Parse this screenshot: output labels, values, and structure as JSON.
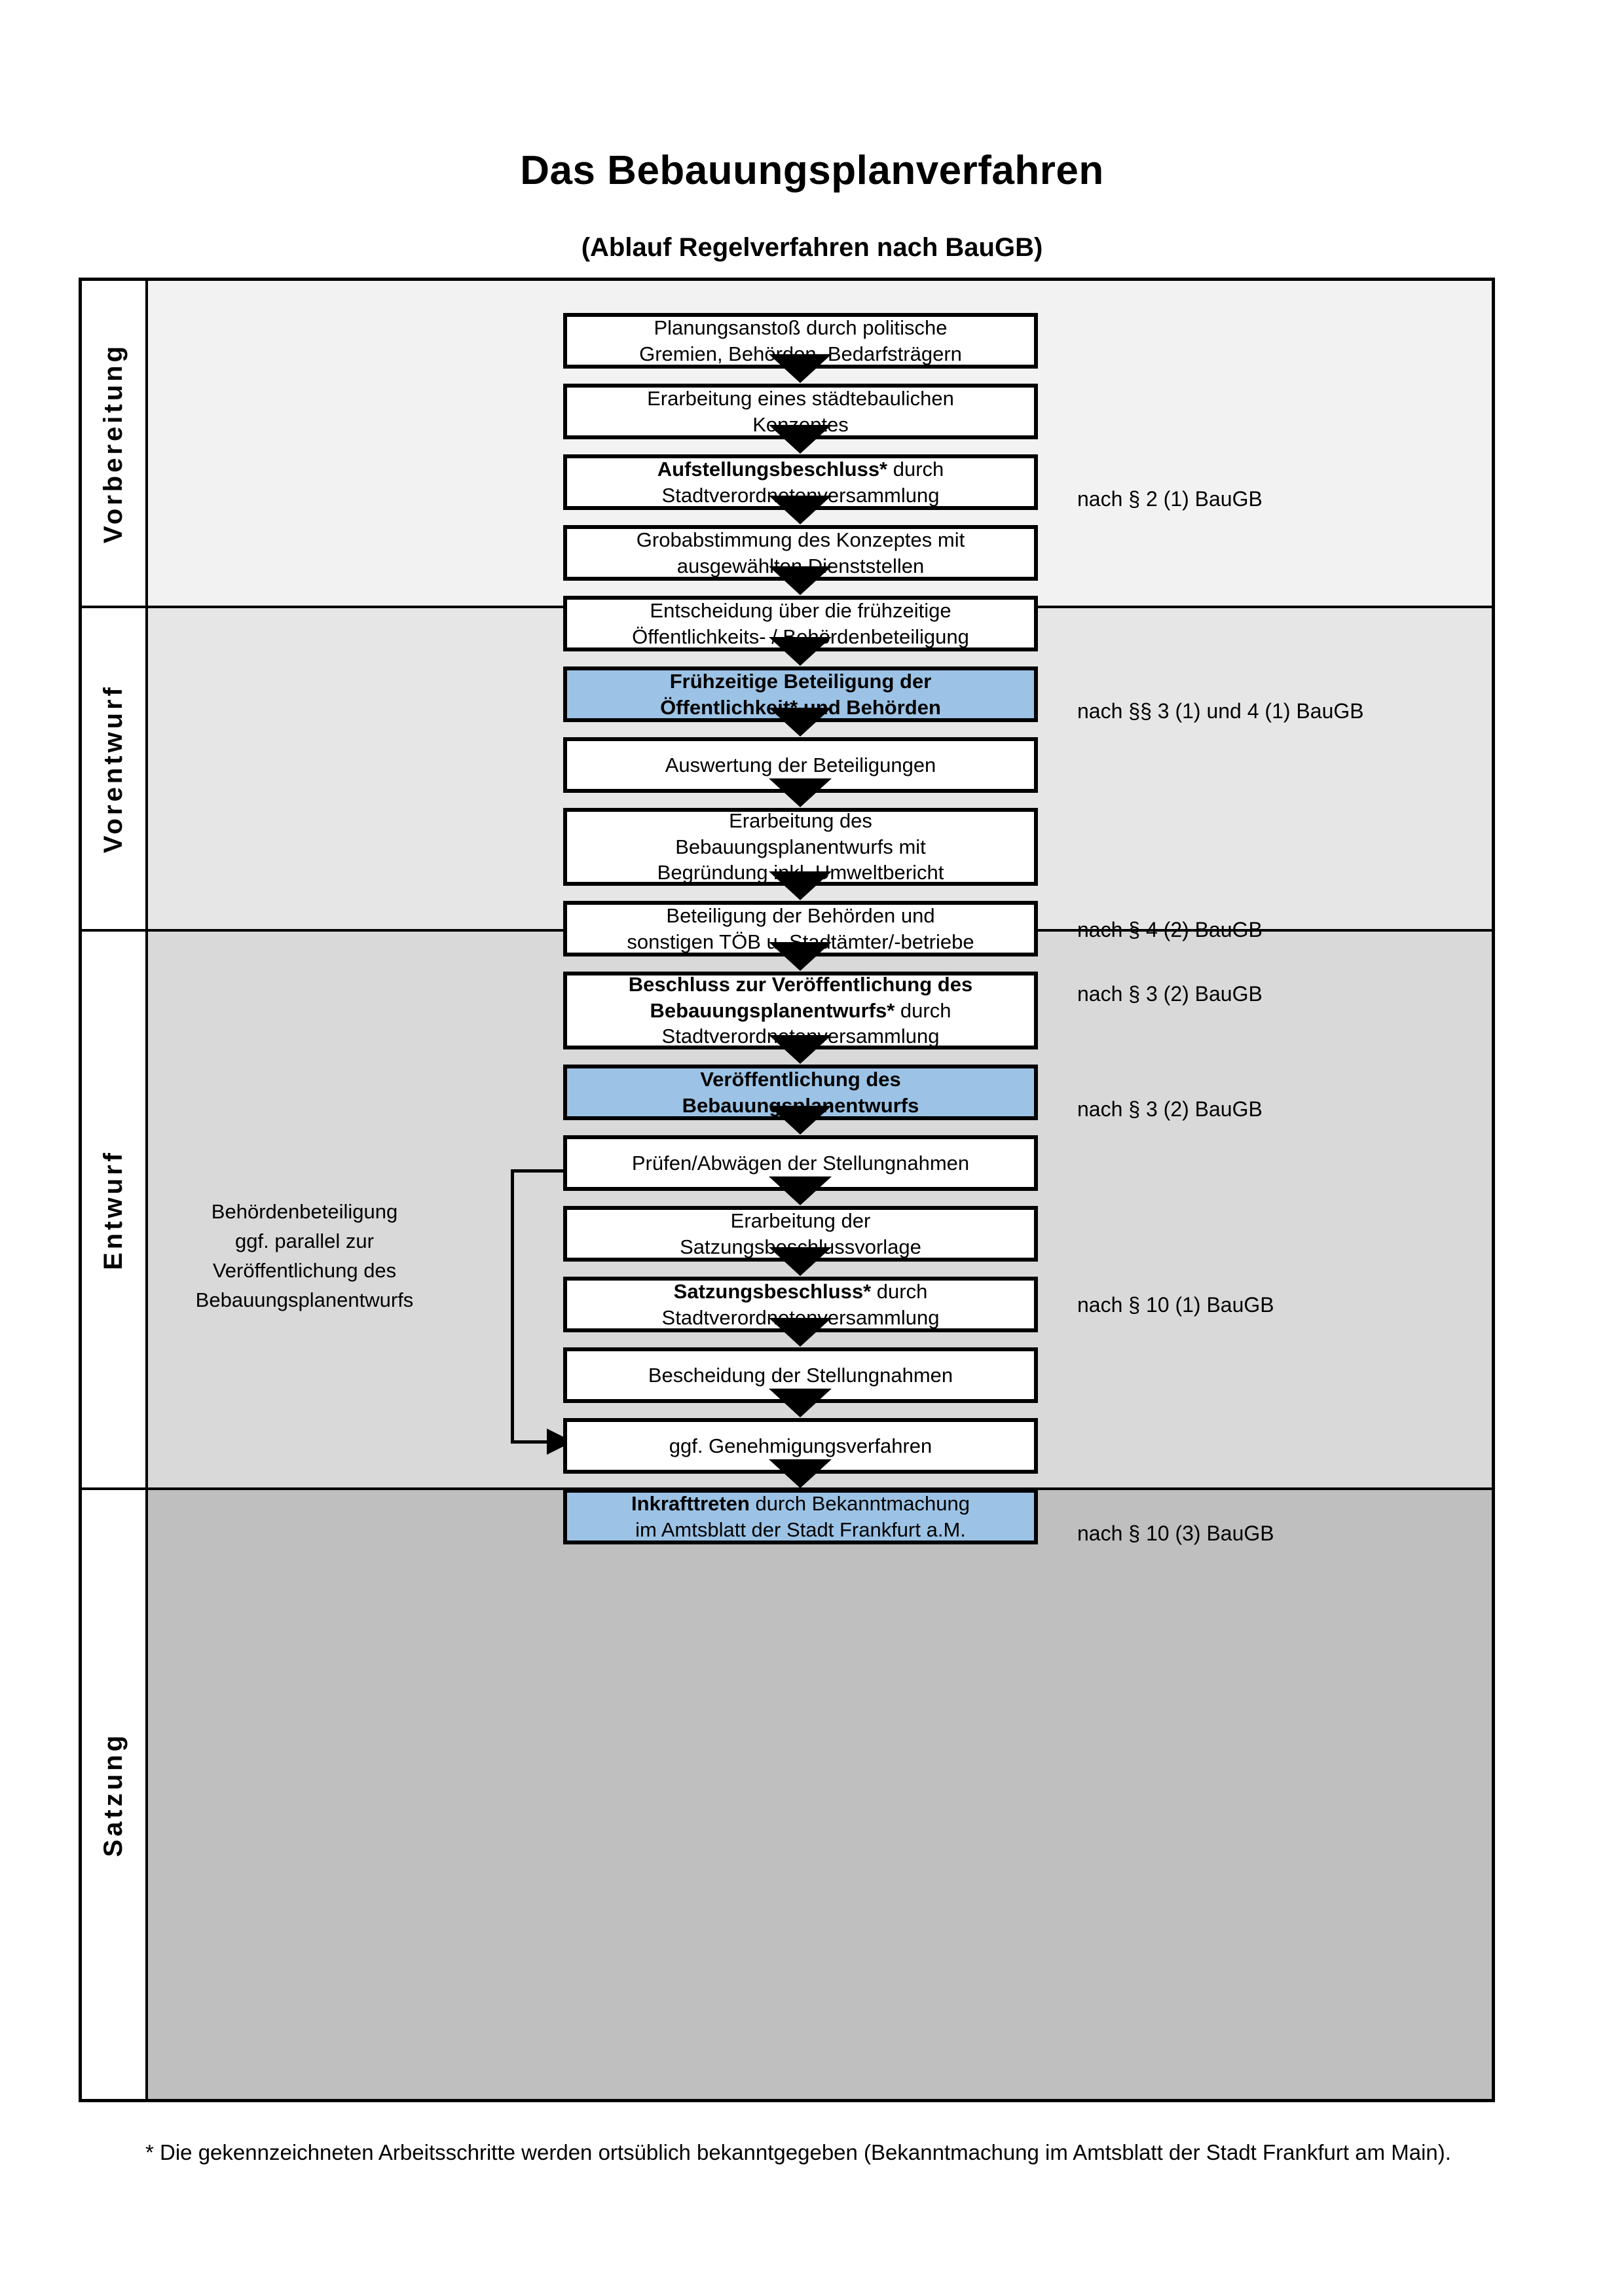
{
  "title": "Das Bebauungsplanverfahren",
  "subtitle": "(Ablauf Regelverfahren nach BauGB)",
  "stages": [
    {
      "label": "Vorbereitung",
      "bg": "#F2F2F2"
    },
    {
      "label": "Vorentwurf",
      "bg": "#E6E6E6"
    },
    {
      "label": "Entwurf",
      "bg": "#D9D9D9"
    },
    {
      "label": "Satzung",
      "bg": "#BFBFBF"
    }
  ],
  "steps": [
    {
      "line1": "Planungsanstoß durch politische",
      "line2": "Gremien, Behörden, Bedarfsträgern",
      "bold1": "",
      "highlight": false
    },
    {
      "line1": "Erarbeitung eines städtebaulichen",
      "line2": "Konzeptes",
      "bold1": "",
      "highlight": false
    },
    {
      "bold1": "Aufstellungsbeschluss*",
      "rest1": " durch",
      "line2": "Stadtverordnetenversammlung",
      "highlight": false
    },
    {
      "line1": "Grobabstimmung des Konzeptes mit",
      "line2": "ausgewählten Dienststellen",
      "highlight": false
    },
    {
      "line1": "Entscheidung über die frühzeitige",
      "line2": "Öffentlichkeits- / Behördenbeteiligung",
      "highlight": false
    },
    {
      "bold1": "Frühzeitige Beteiligung der",
      "bold2": "Öffentlichkeit* und Behörden",
      "highlight": true
    },
    {
      "line1": "Auswertung der Beteiligungen",
      "highlight": false
    },
    {
      "line1": "Erarbeitung des",
      "line2": "Bebauungsplanentwurfs mit",
      "line3": "Begründung inkl. Umweltbericht",
      "highlight": false
    },
    {
      "line1": "Beteiligung der Behörden und",
      "line2": "sonstigen TÖB u. Stadtämter/-betriebe",
      "highlight": false
    },
    {
      "bold1": "Beschluss zur Veröffentlichung des",
      "bold2": "Bebauungsplanentwurfs*",
      "rest2": " durch",
      "line3": "Stadtverordnetenversammlung",
      "highlight": false
    },
    {
      "bold1": "Veröffentlichung des",
      "bold2": "Bebauungsplanentwurfs",
      "highlight": true
    },
    {
      "line1": "Prüfen/Abwägen der Stellungnahmen",
      "highlight": false
    },
    {
      "line1": "Erarbeitung der",
      "line2": "Satzungsbeschlussvorlage",
      "highlight": false
    },
    {
      "bold1": "Satzungsbeschluss*",
      "rest1": " durch",
      "line2": "Stadtverordnetenversammlung",
      "highlight": false
    },
    {
      "line1": "Bescheidung der Stellungnahmen",
      "highlight": false
    },
    {
      "line1": "ggf. Genehmigungsverfahren",
      "highlight": false
    },
    {
      "bold1": "Inkrafttreten",
      "rest1": " durch Bekanntmachung",
      "line2": "im Amtsblatt der Stadt Frankfurt a.M.",
      "highlight": true
    }
  ],
  "legal_refs": [
    "nach § 2 (1) BauGB",
    "nach §§ 3 (1) und 4 (1) BauGB",
    "nach § 4 (2) BauGB",
    "nach § 3 (2) BauGB",
    "nach § 3 (2) BauGB",
    "nach § 10 (1) BauGB",
    "nach § 10 (3) BauGB"
  ],
  "side_note": {
    "line1": "Behördenbeteiligung",
    "line2": "ggf. parallel zur",
    "line3": "Veröffentlichung des",
    "line4": "Bebauungsplanentwurfs"
  },
  "footnote": "* Die gekennzeichneten Arbeitsschritte werden ortsüblich bekanntgegeben (Bekanntmachung im Amtsblatt  der Stadt Frankfurt am Main).",
  "colors": {
    "highlight_blue": "#9CC3E5",
    "border_black": "#000000",
    "band1": "#F2F2F2",
    "band2": "#E6E6E6",
    "band3": "#D9D9D9",
    "band4": "#BFBFBF"
  }
}
